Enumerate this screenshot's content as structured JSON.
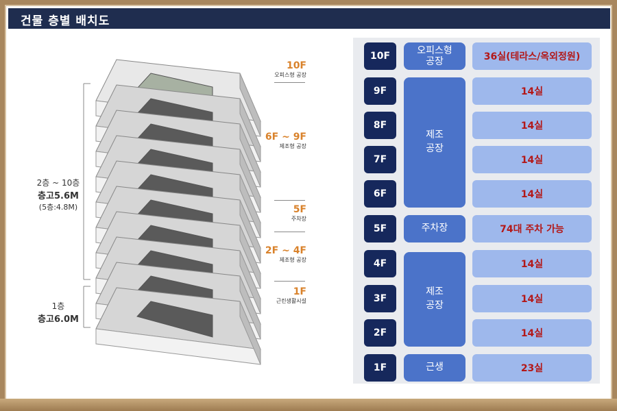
{
  "header": {
    "title": "건물 층별 배치도"
  },
  "illustration": {
    "annotations": [
      {
        "floor": "10F",
        "use": "오피스형 공장"
      },
      {
        "floor": "6F ~ 9F",
        "use": "제조형 공장"
      },
      {
        "floor": "5F",
        "use": "주차장"
      },
      {
        "floor": "2F ~ 4F",
        "use": "제조형 공장"
      },
      {
        "floor": "1F",
        "use": "근린생활시설"
      }
    ],
    "upper_label": {
      "line1": "2층 ~ 10층",
      "line2": "층고5.6M",
      "line3": "(5층:4.8M)"
    },
    "lower_label": {
      "line1": "1층",
      "line2": "층고6.0M"
    }
  },
  "table": {
    "rows": [
      {
        "floor": "10F",
        "note": "36실(테라스/옥외정원)"
      },
      {
        "floor": "9F",
        "note": "14실"
      },
      {
        "floor": "8F",
        "note": "14실"
      },
      {
        "floor": "7F",
        "note": "14실"
      },
      {
        "floor": "6F",
        "note": "14실"
      },
      {
        "floor": "5F",
        "note": "74대 주차 가능"
      },
      {
        "floor": "4F",
        "note": "14실"
      },
      {
        "floor": "3F",
        "note": "14실"
      },
      {
        "floor": "2F",
        "note": "14실"
      },
      {
        "floor": "1F",
        "note": "23실"
      }
    ],
    "uses": {
      "office": {
        "line1": "오피스형",
        "line2": "공장"
      },
      "mfg_upper": {
        "line1": "제조",
        "line2": "공장"
      },
      "parking": "주차장",
      "mfg_lower": {
        "line1": "제조",
        "line2": "공장"
      },
      "retail": "근생"
    }
  },
  "colors": {
    "header": "#1f2d4f",
    "floor_badge": "#16285c",
    "use_block": "#4b73c9",
    "note_block": "#9eb8ec",
    "note_text": "#b31818",
    "accent_orange": "#d9822b"
  }
}
